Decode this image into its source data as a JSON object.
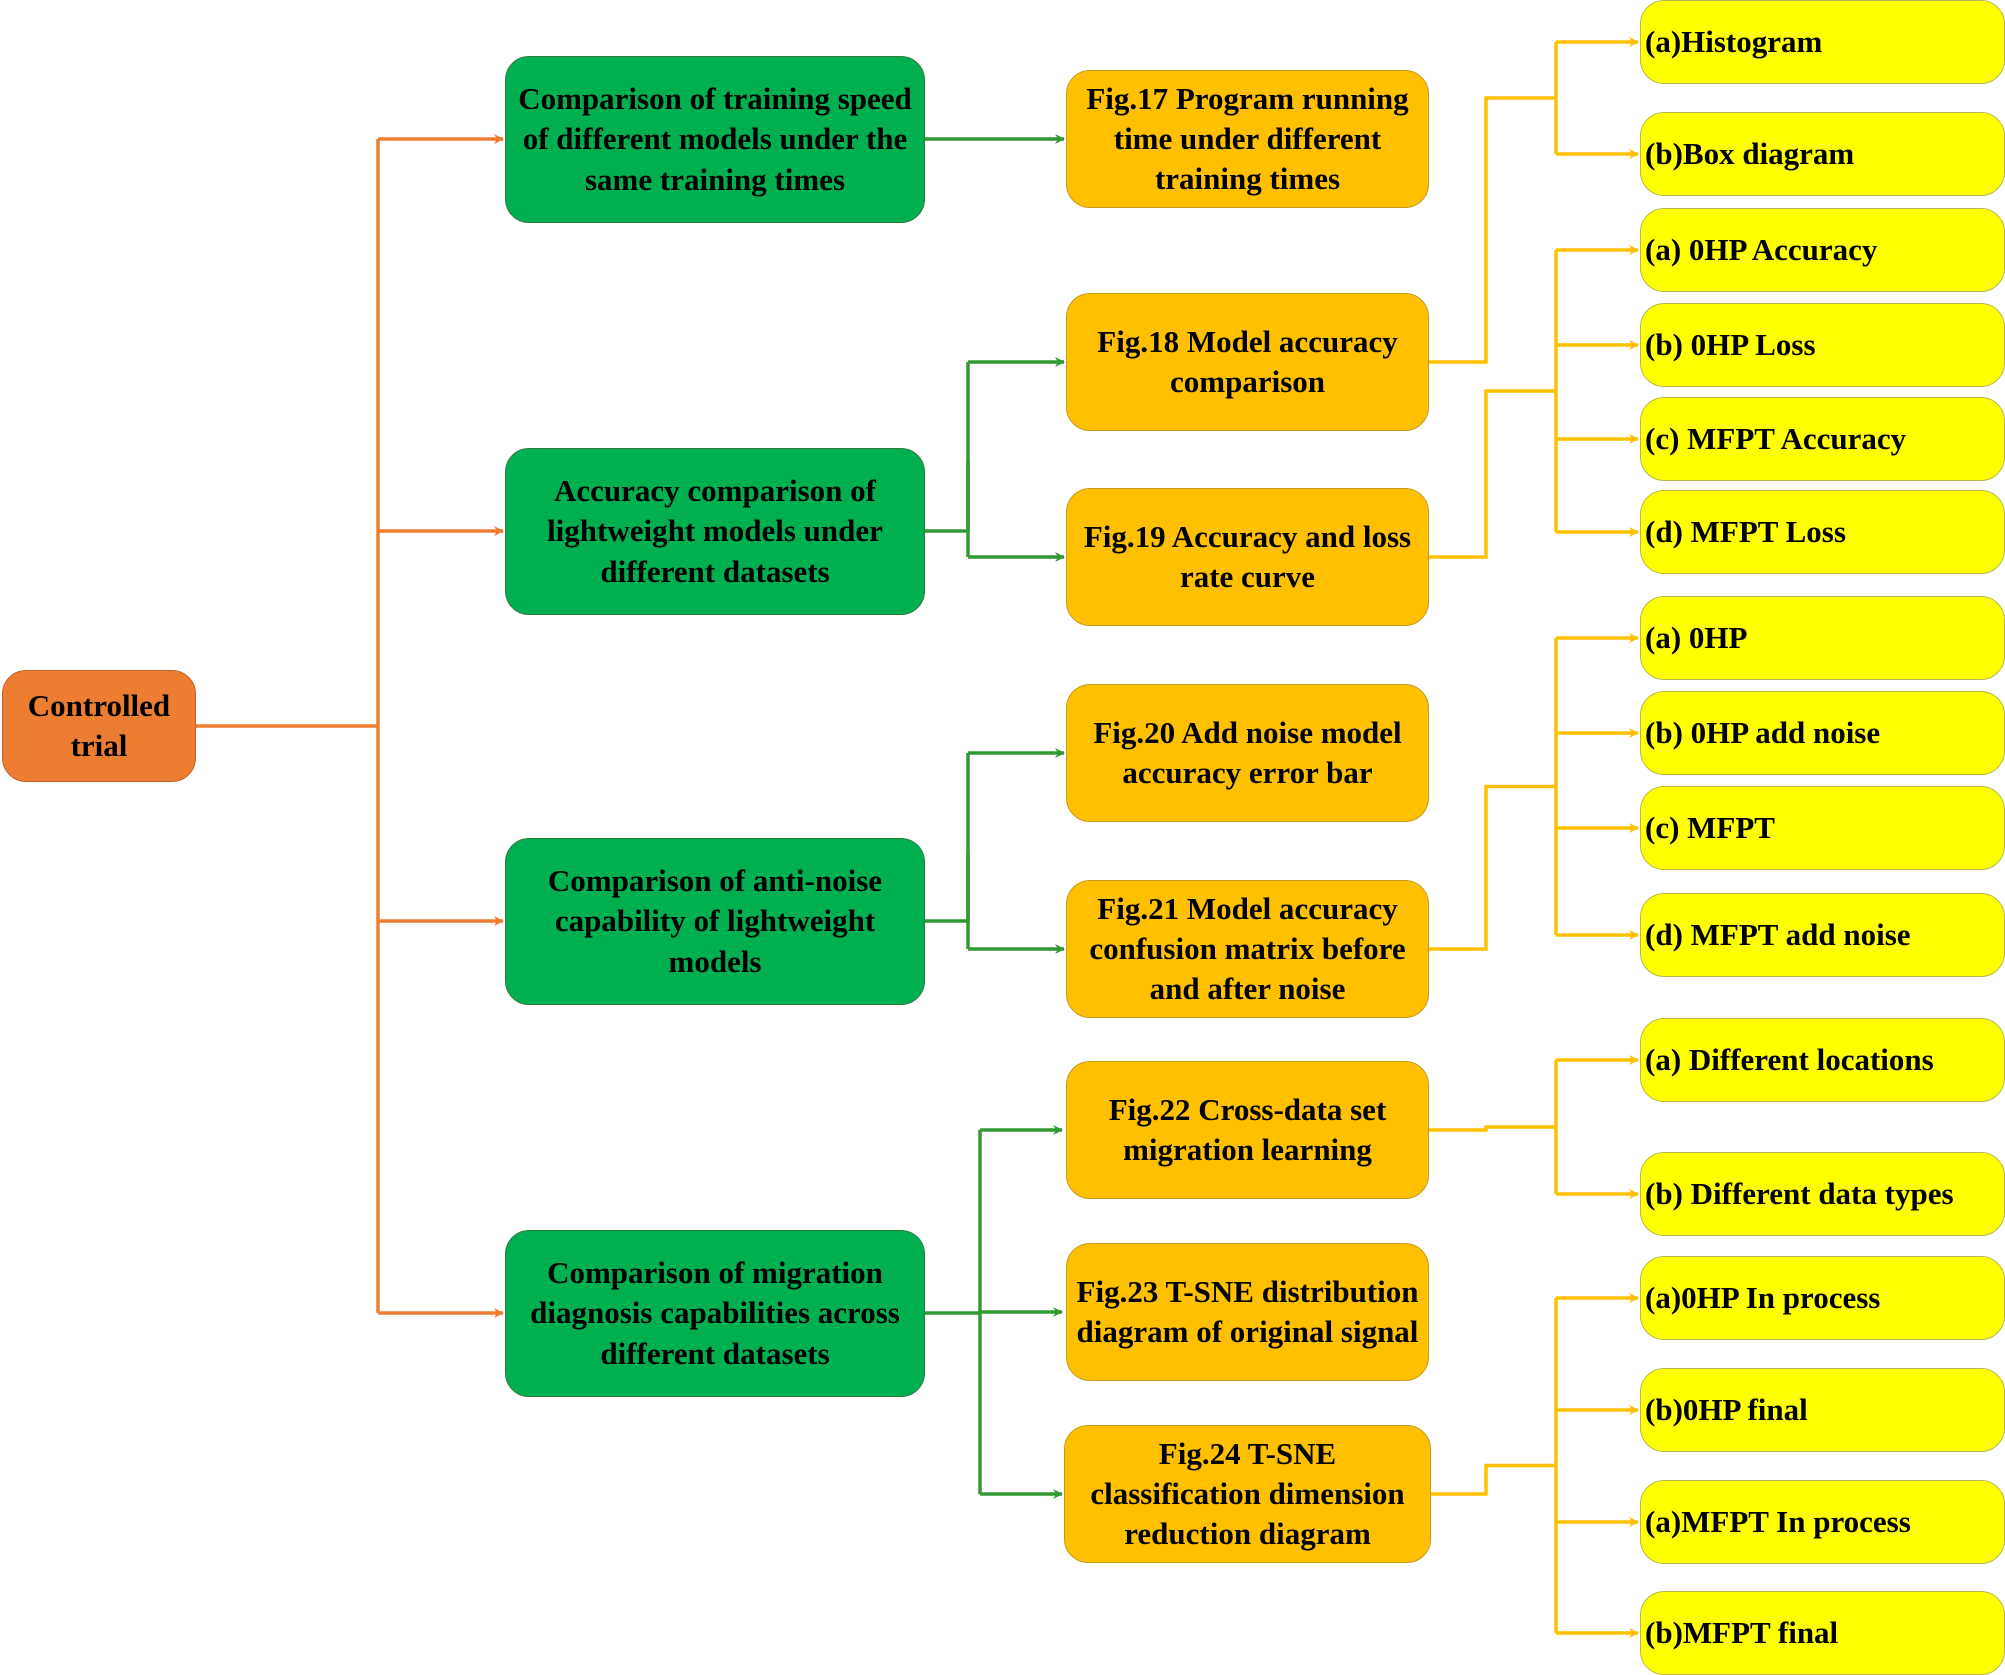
{
  "root": {
    "label": "Controlled\ntrial"
  },
  "groups": [
    {
      "label": "Comparison of training speed of different models under the same training times",
      "figures": [
        {
          "label": "Fig.17 Program running time under different training times",
          "items": []
        }
      ]
    },
    {
      "label": "Accuracy comparison of lightweight models under different datasets",
      "figures": [
        {
          "label": "Fig.18 Model accuracy comparison",
          "items": [
            "(a)Histogram",
            "(b)Box diagram"
          ]
        },
        {
          "label": "Fig.19 Accuracy and loss rate curve",
          "items": [
            "(a) 0HP Accuracy",
            "(b) 0HP Loss",
            "(c) MFPT Accuracy",
            "(d) MFPT Loss"
          ]
        }
      ]
    },
    {
      "label": "Comparison of anti-noise capability of lightweight models",
      "figures": [
        {
          "label": "Fig.20 Add noise model accuracy error bar",
          "items": []
        },
        {
          "label": "Fig.21 Model accuracy confusion matrix before and after noise",
          "items": [
            "(a) 0HP",
            "(b) 0HP add noise",
            "(c) MFPT",
            "(d) MFPT add noise"
          ]
        }
      ]
    },
    {
      "label": "Comparison of migration diagnosis capabilities across different datasets",
      "figures": [
        {
          "label": "Fig.22 Cross-data set migration learning",
          "items": [
            "(a) Different locations",
            "(b) Different data types"
          ]
        },
        {
          "label": "Fig.23 T-SNE distribution diagram of original signal",
          "items": []
        },
        {
          "label": "Fig.24 T-SNE classification dimension reduction diagram",
          "items": [
            "(a)0HP In process",
            "(b)0HP final",
            "(a)MFPT In process",
            "(b)MFPT final"
          ]
        }
      ]
    }
  ],
  "colors": {
    "root_fill": "#ed7d31",
    "level1_fill": "#00b050",
    "level2_fill": "#ffc000",
    "level3_fill": "#ffff00",
    "root_connector": "#ed7d31",
    "level1_connector": "#339933",
    "level2_connector": "#ffc000"
  }
}
